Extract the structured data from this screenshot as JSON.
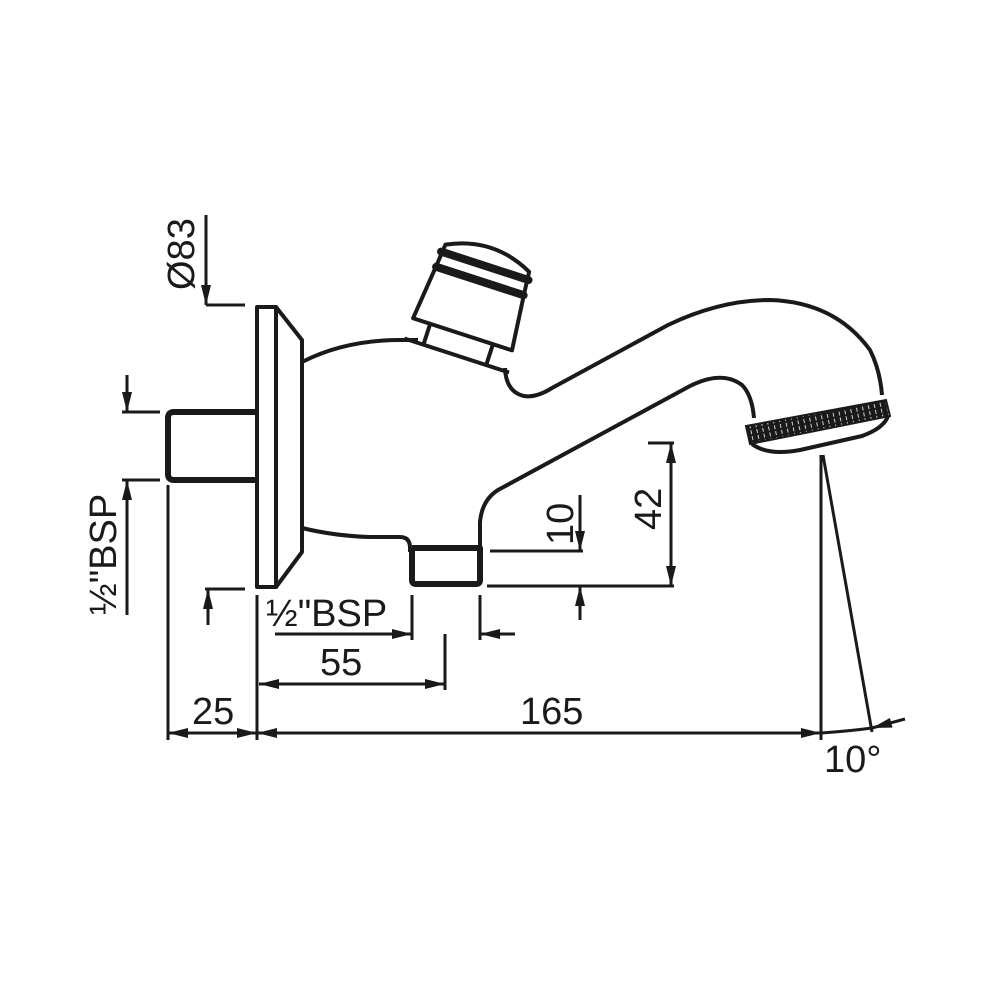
{
  "drawing": {
    "subject": "wall-mounted bath spout with diverter knob and hand shower holder",
    "colors": {
      "line": "#1a1a1a",
      "background": "#ffffff"
    }
  },
  "dimensions": {
    "flange_diameter": "Ø83",
    "inlet_thread_left": "½\"BSP",
    "outlet_thread_bottom": "½\"BSP",
    "outlet_offset": "55",
    "wall_projection": "25",
    "spout_projection": "165",
    "outlet_drop": "10",
    "outlet_height": "42",
    "spout_angle": "10°"
  }
}
